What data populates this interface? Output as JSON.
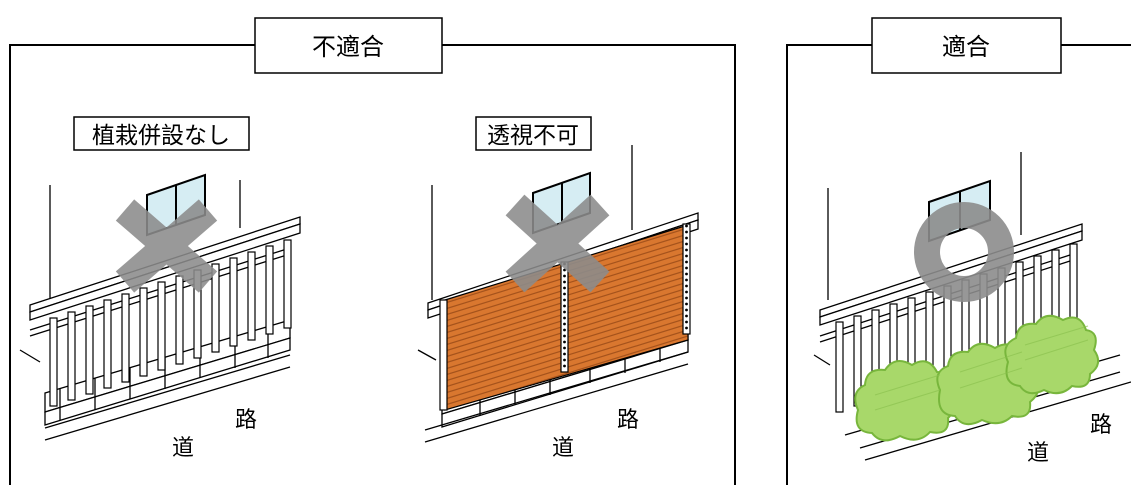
{
  "panels": {
    "unsuitable": {
      "title": "不適合",
      "left": {
        "label": "植栽併設なし",
        "road": [
          "道",
          "路"
        ],
        "mark": "x"
      },
      "right": {
        "label": "透視不可",
        "road": [
          "道",
          "路"
        ],
        "mark": "x"
      }
    },
    "suitable": {
      "title": "適合",
      "scene": {
        "road": [
          "道",
          "路"
        ],
        "mark": "o"
      }
    }
  },
  "colors": {
    "line": "#000000",
    "mark": "#8c8c8c",
    "window_glass": "#d6edf3",
    "slat_fill": "#d9772f",
    "slat_stroke": "#a5531c",
    "hedge_fill": "#a8d86a",
    "hedge_stroke": "#78b63c"
  }
}
